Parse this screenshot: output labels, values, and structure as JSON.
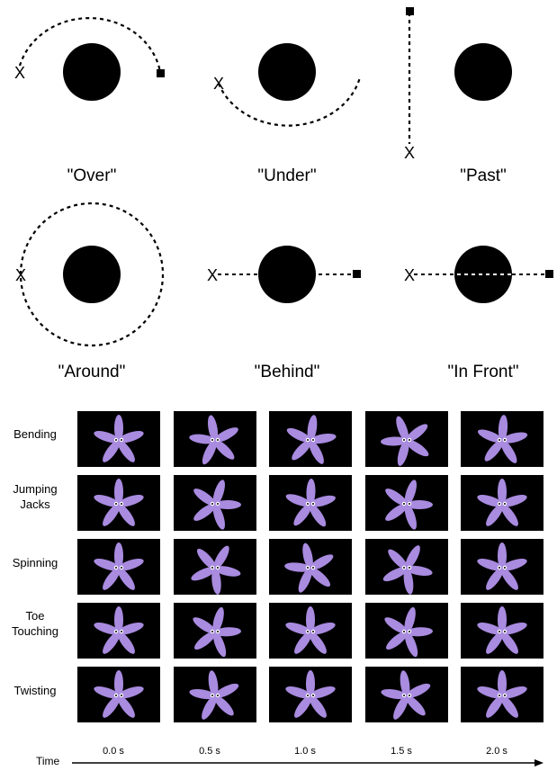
{
  "path_panels": [
    {
      "label": "\"Over\""
    },
    {
      "label": "\"Under\""
    },
    {
      "label": "\"Past\""
    },
    {
      "label": "\"Around\""
    },
    {
      "label": "\"Behind\""
    },
    {
      "label": "\"In Front\""
    }
  ],
  "motions": [
    {
      "label": "Bending"
    },
    {
      "label": "Jumping\nJacks"
    },
    {
      "label": "Spinning"
    },
    {
      "label": "Toe\nTouching"
    },
    {
      "label": "Twisting"
    }
  ],
  "time": {
    "label": "Time",
    "ticks": [
      "0.0 s",
      "0.5 s",
      "1.0 s",
      "1.5 s",
      "2.0 s"
    ]
  },
  "colors": {
    "ball": "#000000",
    "creature": "#a98be0",
    "cell_bg": "#000000"
  }
}
